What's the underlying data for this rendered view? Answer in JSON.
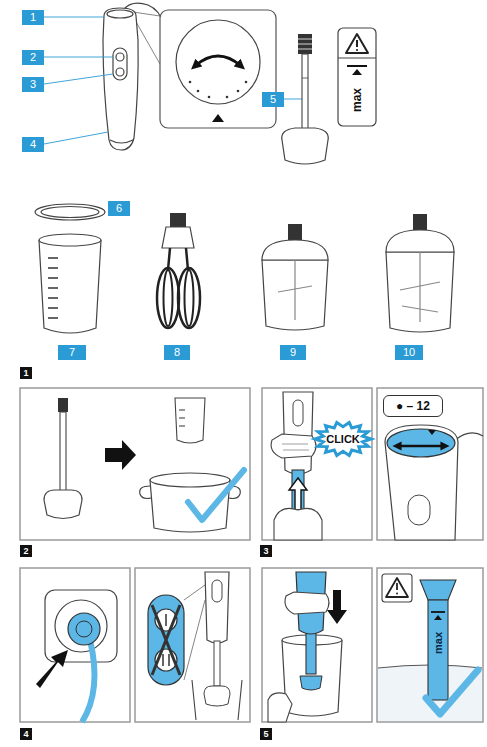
{
  "diagram": {
    "nodes": [
      {
        "text": [
          "1"
        ]
      },
      {
        "text": [
          "2"
        ]
      },
      {
        "text": [
          "3"
        ]
      },
      {
        "text": [
          "4"
        ]
      },
      {
        "text": [
          "5"
        ]
      },
      {
        "text": [
          "6"
        ]
      },
      {
        "text": [
          "7"
        ]
      },
      {
        "text": [
          "8"
        ]
      },
      {
        "text": [
          "9"
        ]
      },
      {
        "text": [
          "10"
        ]
      },
      {
        "text": [
          "1"
        ]
      },
      {
        "text": [
          "CLICK"
        ]
      },
      {
        "text": [
          "● – 12"
        ]
      },
      {
        "text": [
          "2"
        ]
      },
      {
        "text": [
          "3"
        ]
      },
      {
        "text": [
          "4"
        ]
      },
      {
        "text": [
          "5"
        ]
      }
    ],
    "labels": [
      "max",
      "max"
    ]
  }
}
